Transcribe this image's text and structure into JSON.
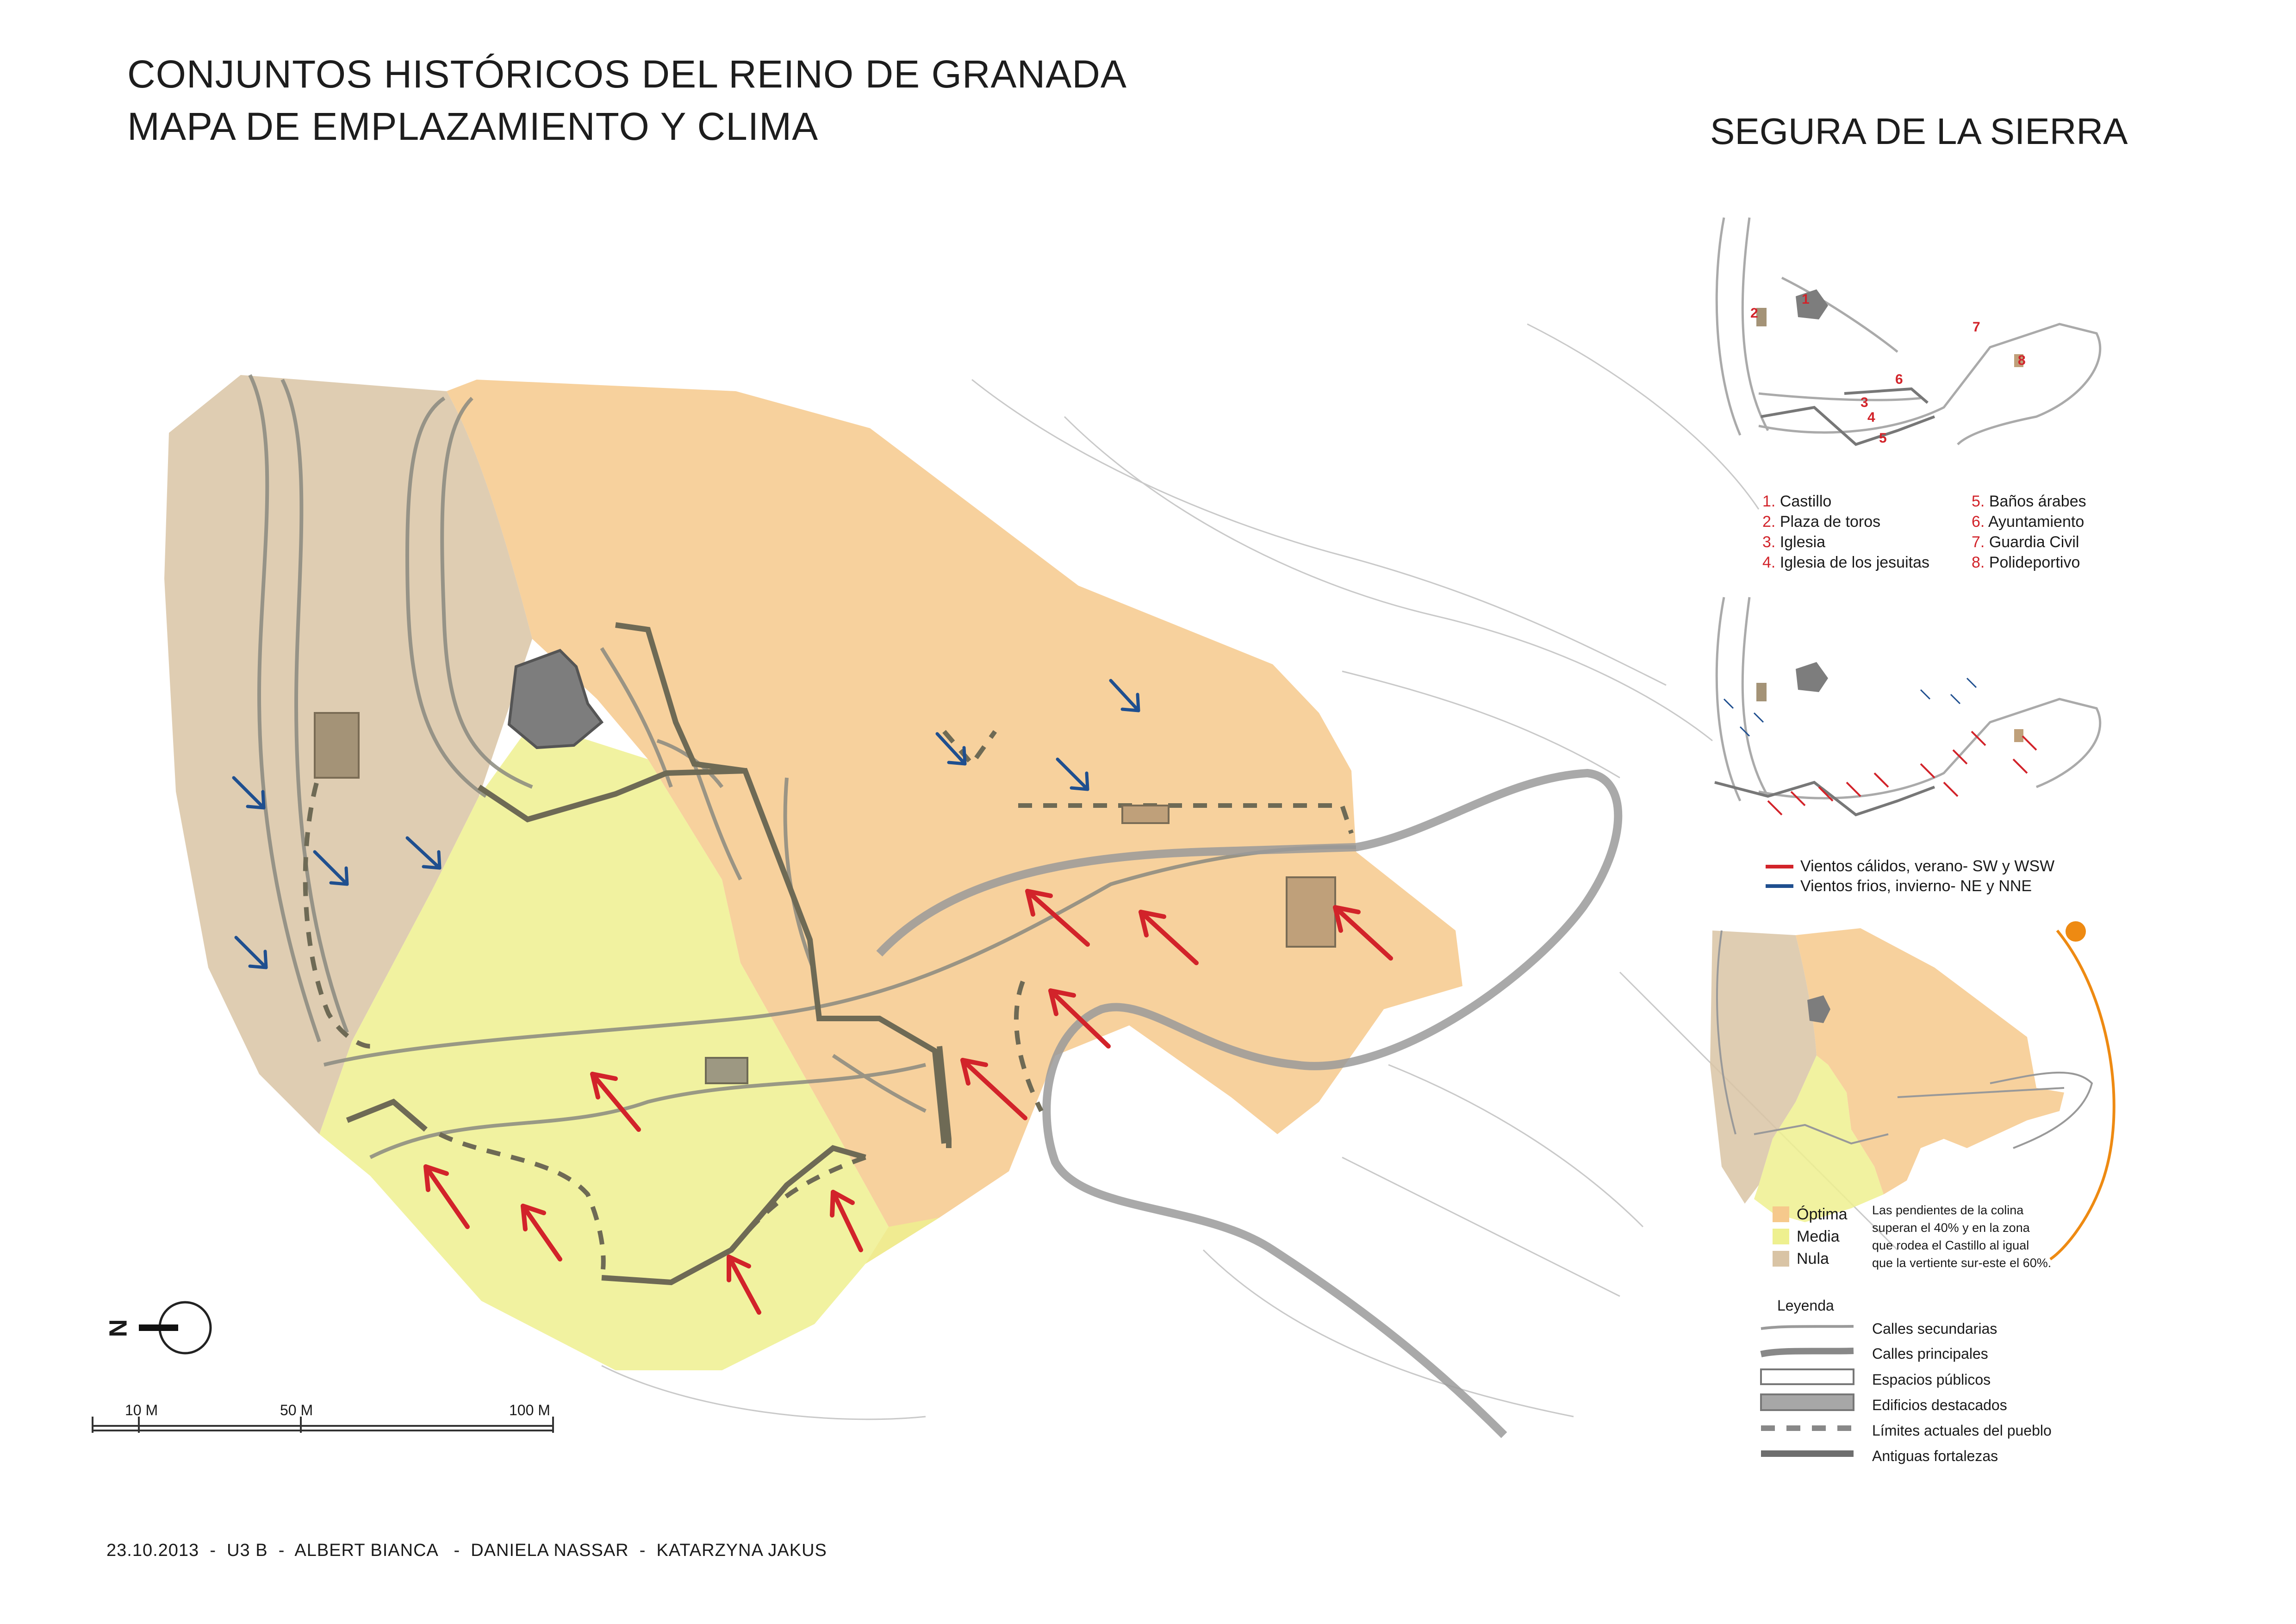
{
  "header": {
    "title_line1": "CONJUNTOS HISTÓRICOS DEL REINO DE GRANADA",
    "title_line2": "MAPA DE EMPLAZAMIENTO Y CLIMA",
    "town": "SEGURA DE LA SIERRA"
  },
  "colors": {
    "optima": "#f6c98c",
    "media": "#eef08f",
    "nula": "#d9c4a5",
    "warm_wind": "#d2232a",
    "cold_wind": "#1f4f8f",
    "sun": "#ee8a12"
  },
  "places": [
    {
      "num": "1.",
      "name": "Castillo"
    },
    {
      "num": "2.",
      "name": "Plaza de toros"
    },
    {
      "num": "3.",
      "name": "Iglesia"
    },
    {
      "num": "4.",
      "name": "Iglesia de los jesuitas"
    },
    {
      "num": "5.",
      "name": "Baños árabes"
    },
    {
      "num": "6.",
      "name": "Ayuntamiento"
    },
    {
      "num": "7.",
      "name": "Guardia Civil"
    },
    {
      "num": "8.",
      "name": "Polideportivo"
    }
  ],
  "place_markers": [
    "1",
    "2",
    "3",
    "4",
    "5",
    "6",
    "7",
    "8"
  ],
  "winds": {
    "warm": "Vientos cálidos, verano- SW y WSW",
    "cold": "Vientos frios, invierno- NE y NNE"
  },
  "zones": {
    "optima": "Óptima",
    "media": "Media",
    "nula": "Nula",
    "note_lines": [
      "Las pendientes de la colina",
      "superan el 40% y en la zona",
      "que rodea el Castillo al igual",
      "que la vertiente sur-este el 60%."
    ]
  },
  "legend": {
    "title": "Leyenda",
    "items": [
      "Calles secundarias",
      "Calles principales",
      "Espacios públicos",
      "Edificios destacados",
      "Límites actuales del pueblo",
      "Antiguas fortalezas"
    ]
  },
  "scale": {
    "labels": [
      "10 M",
      "50 M",
      "100 M"
    ],
    "north_letter": "N"
  },
  "footer": {
    "date": "23.10.2013",
    "group": "U3 B",
    "authors": [
      "ALBERT BIANCA",
      "DANIELA NASSAR",
      "KATARZYNA JAKUS"
    ],
    "separator": "-"
  }
}
